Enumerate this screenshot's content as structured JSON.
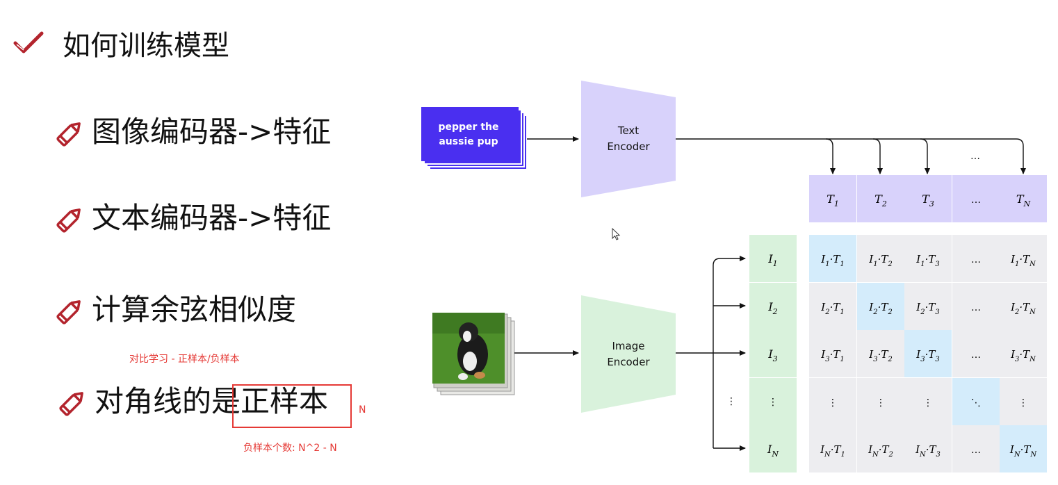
{
  "title": "如何训练模型",
  "bullets": [
    {
      "text": "图像编码器->特征"
    },
    {
      "text": "文本编码器->特征"
    },
    {
      "text": "计算余弦相似度"
    },
    {
      "text": "对角线的是正样本"
    }
  ],
  "annotations": {
    "contrastive": "对比学习 - 正样本/负样本",
    "n_label": "N",
    "negatives": "负样本个数:  N^2 - N"
  },
  "diagram": {
    "text_input": [
      "pepper the",
      "aussie pup"
    ],
    "text_encoder": [
      "Text",
      "Encoder"
    ],
    "image_encoder": [
      "Image",
      "Encoder"
    ],
    "t_headers": [
      {
        "b": "T",
        "s": "1"
      },
      {
        "b": "T",
        "s": "2"
      },
      {
        "b": "T",
        "s": "3"
      },
      {
        "b": "…",
        "s": ""
      },
      {
        "b": "T",
        "s": "N"
      }
    ],
    "i_headers": [
      {
        "b": "I",
        "s": "1"
      },
      {
        "b": "I",
        "s": "2"
      },
      {
        "b": "I",
        "s": "3"
      },
      {
        "b": "⋮",
        "s": ""
      },
      {
        "b": "I",
        "s": "N"
      }
    ],
    "arrow_ellipsis": "…",
    "left_ellipsis": "⋮",
    "diag_ellipsis": "⋱",
    "v_ellipsis": "⋮",
    "h_ellipsis": "…"
  },
  "colors": {
    "purple_fill": "#d8d2fb",
    "green_fill": "#d9f2dc",
    "blue_fill": "#d4ecfb",
    "gray_fill": "#ededf0",
    "text_card": "#4a2ff0",
    "accent_red": "#b3242d"
  }
}
